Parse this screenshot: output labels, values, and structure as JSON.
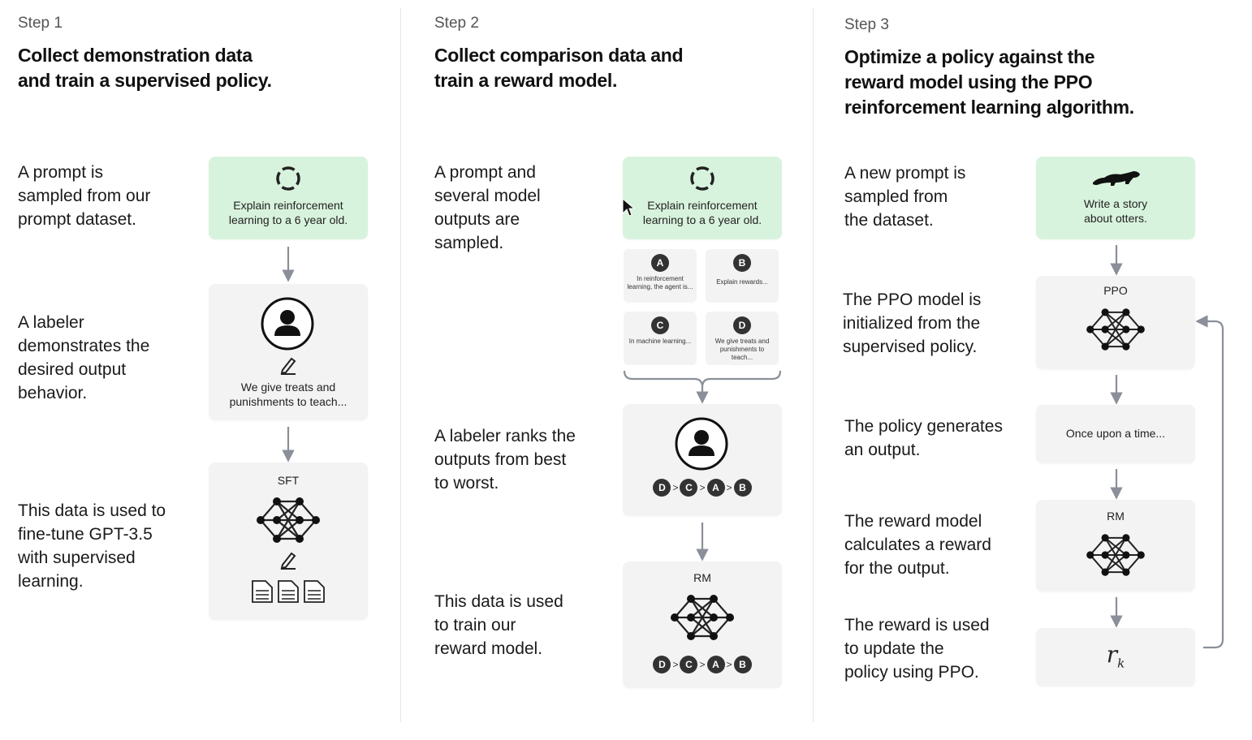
{
  "steps": [
    {
      "label": "Step 1",
      "title_line1": "Collect demonstration data",
      "title_line2": "and train a supervised policy.",
      "desc1": [
        "A prompt is",
        "sampled from our",
        "prompt dataset."
      ],
      "desc2": [
        "A labeler",
        "demonstrates the",
        "desired output",
        "behavior."
      ],
      "desc3": [
        "This data is used to",
        "fine-tune GPT-3.5",
        "with supervised",
        "learning."
      ],
      "prompt_text": [
        "Explain reinforcement",
        "learning to a 6 year old."
      ],
      "demo_text": [
        "We give treats and",
        "punishments to teach..."
      ],
      "model_label": "SFT"
    },
    {
      "label": "Step 2",
      "title_line1": "Collect comparison data and",
      "title_line2": "train a reward model.",
      "desc1": [
        "A prompt and",
        "several model",
        "outputs are",
        "sampled."
      ],
      "desc2": [
        "A labeler ranks the",
        "outputs from best",
        "to worst."
      ],
      "desc3": [
        "This data is used",
        "to train our",
        "reward model."
      ],
      "prompt_text": [
        "Explain reinforcement",
        "learning to a 6 year old."
      ],
      "outputs": [
        {
          "badge": "A",
          "text": "In reinforcement learning, the agent is..."
        },
        {
          "badge": "B",
          "text": "Explain rewards..."
        },
        {
          "badge": "C",
          "text": "In machine learning..."
        },
        {
          "badge": "D",
          "text": "We give treats and punishments to teach..."
        }
      ],
      "ranking": [
        "D",
        "C",
        "A",
        "B"
      ],
      "model_label": "RM"
    },
    {
      "label": "Step 3",
      "title_line1": "Optimize a policy against the",
      "title_line2": "reward model using the PPO",
      "title_line3": "reinforcement learning algorithm.",
      "desc1": [
        "A new prompt is",
        "sampled from",
        "the dataset."
      ],
      "desc2": [
        "The PPO model is",
        "initialized from the",
        "supervised policy."
      ],
      "desc3": [
        "The policy generates",
        "an output."
      ],
      "desc4": [
        "The reward model",
        "calculates a reward",
        "for the output."
      ],
      "desc5": [
        "The reward is used",
        "to update the",
        "policy using PPO."
      ],
      "prompt_text": [
        "Write a story",
        "about otters."
      ],
      "ppo_label": "PPO",
      "output_text": "Once upon a time...",
      "rm_label": "RM",
      "reward_symbol": "r",
      "reward_subscript": "k"
    }
  ],
  "colors": {
    "prompt_card": "#d8f3dd",
    "card": "#f4f3f3",
    "arrow": "#8a8f99",
    "node": "#222222"
  },
  "icons": [
    "recycle-icon",
    "person-icon",
    "pencil-icon",
    "document-icon",
    "network-icon",
    "otter-icon",
    "cursor-icon"
  ]
}
